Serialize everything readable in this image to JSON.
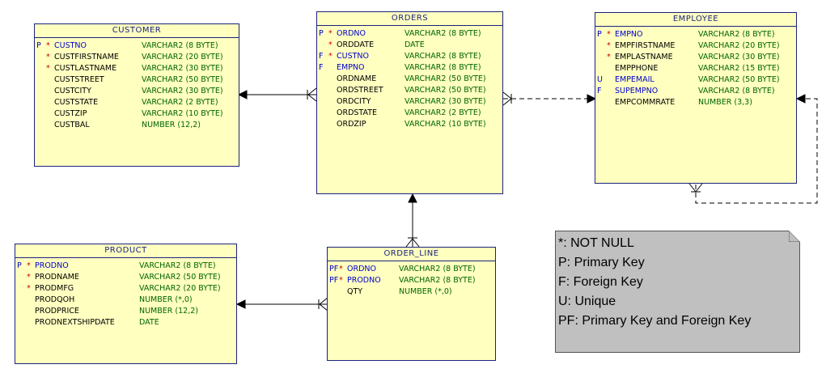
{
  "entities": {
    "customer": {
      "name": "CUSTOMER",
      "columns": [
        {
          "key": "P",
          "nn": "*",
          "name": "CUSTNO",
          "type": "VARCHAR2 (8 BYTE)"
        },
        {
          "key": "",
          "nn": "*",
          "name": "CUSTFIRSTNAME",
          "type": "VARCHAR2 (20 BYTE)"
        },
        {
          "key": "",
          "nn": "*",
          "name": "CUSTLASTNAME",
          "type": "VARCHAR2 (30 BYTE)"
        },
        {
          "key": "",
          "nn": "",
          "name": "CUSTSTREET",
          "type": "VARCHAR2 (50 BYTE)"
        },
        {
          "key": "",
          "nn": "",
          "name": "CUSTCITY",
          "type": "VARCHAR2 (30 BYTE)"
        },
        {
          "key": "",
          "nn": "",
          "name": "CUSTSTATE",
          "type": "VARCHAR2 (2 BYTE)"
        },
        {
          "key": "",
          "nn": "",
          "name": "CUSTZIP",
          "type": "VARCHAR2 (10 BYTE)"
        },
        {
          "key": "",
          "nn": "",
          "name": "CUSTBAL",
          "type": "NUMBER (12,2)"
        }
      ]
    },
    "orders": {
      "name": "ORDERS",
      "columns": [
        {
          "key": "P",
          "nn": "*",
          "name": "ORDNO",
          "type": "VARCHAR2 (8 BYTE)"
        },
        {
          "key": "",
          "nn": "*",
          "name": "ORDDATE",
          "type": "DATE"
        },
        {
          "key": "F",
          "nn": "*",
          "name": "CUSTNO",
          "type": "VARCHAR2 (8 BYTE)"
        },
        {
          "key": "F",
          "nn": "",
          "name": "EMPNO",
          "type": "VARCHAR2 (8 BYTE)"
        },
        {
          "key": "",
          "nn": "",
          "name": "ORDNAME",
          "type": "VARCHAR2 (50 BYTE)"
        },
        {
          "key": "",
          "nn": "",
          "name": "ORDSTREET",
          "type": "VARCHAR2 (50 BYTE)"
        },
        {
          "key": "",
          "nn": "",
          "name": "ORDCITY",
          "type": "VARCHAR2 (30 BYTE)"
        },
        {
          "key": "",
          "nn": "",
          "name": "ORDSTATE",
          "type": "VARCHAR2 (2 BYTE)"
        },
        {
          "key": "",
          "nn": "",
          "name": "ORDZIP",
          "type": "VARCHAR2 (10 BYTE)"
        }
      ]
    },
    "employee": {
      "name": "EMPLOYEE",
      "columns": [
        {
          "key": "P",
          "nn": "*",
          "name": "EMPNO",
          "type": "VARCHAR2 (8 BYTE)"
        },
        {
          "key": "",
          "nn": "*",
          "name": "EMPFIRSTNAME",
          "type": "VARCHAR2 (20 BYTE)"
        },
        {
          "key": "",
          "nn": "*",
          "name": "EMPLASTNAME",
          "type": "VARCHAR2 (30 BYTE)"
        },
        {
          "key": "",
          "nn": "",
          "name": "EMPPHONE",
          "type": "VARCHAR2 (15 BYTE)"
        },
        {
          "key": "U",
          "nn": "",
          "name": "EMPEMAIL",
          "type": "VARCHAR2 (50 BYTE)"
        },
        {
          "key": "F",
          "nn": "",
          "name": "SUPEMPNO",
          "type": "VARCHAR2 (8 BYTE)"
        },
        {
          "key": "",
          "nn": "",
          "name": "EMPCOMMRATE",
          "type": "NUMBER (3,3)"
        }
      ]
    },
    "product": {
      "name": "PRODUCT",
      "columns": [
        {
          "key": "P",
          "nn": "*",
          "name": "PRODNO",
          "type": "VARCHAR2 (8 BYTE)"
        },
        {
          "key": "",
          "nn": "*",
          "name": "PRODNAME",
          "type": "VARCHAR2 (50 BYTE)"
        },
        {
          "key": "",
          "nn": "*",
          "name": "PRODMFG",
          "type": "VARCHAR2 (20 BYTE)"
        },
        {
          "key": "",
          "nn": "",
          "name": "PRODQOH",
          "type": "NUMBER (*,0)"
        },
        {
          "key": "",
          "nn": "",
          "name": "PRODPRICE",
          "type": "NUMBER (12,2)"
        },
        {
          "key": "",
          "nn": "",
          "name": "PRODNEXTSHIPDATE",
          "type": "DATE"
        }
      ]
    },
    "order_line": {
      "name": "ORDER_LINE",
      "columns": [
        {
          "key": "PF",
          "nn": "*",
          "name": "ORDNO",
          "type": "VARCHAR2 (8 BYTE)"
        },
        {
          "key": "PF",
          "nn": "*",
          "name": "PRODNO",
          "type": "VARCHAR2 (8 BYTE)"
        },
        {
          "key": "",
          "nn": "",
          "name": "QTY",
          "type": "NUMBER (*,0)"
        }
      ]
    }
  },
  "legend": [
    "*: NOT NULL",
    "P: Primary Key",
    "F: Foreign Key",
    "U: Unique",
    "PF: Primary Key and Foreign Key"
  ],
  "colors": {
    "entity_fill": "#ffffc0",
    "entity_border": "#1a237e",
    "key_marker": "#0000cc",
    "not_null_marker": "#cc0000",
    "datatype": "#006400",
    "legend_fill": "#c0c0c0"
  }
}
